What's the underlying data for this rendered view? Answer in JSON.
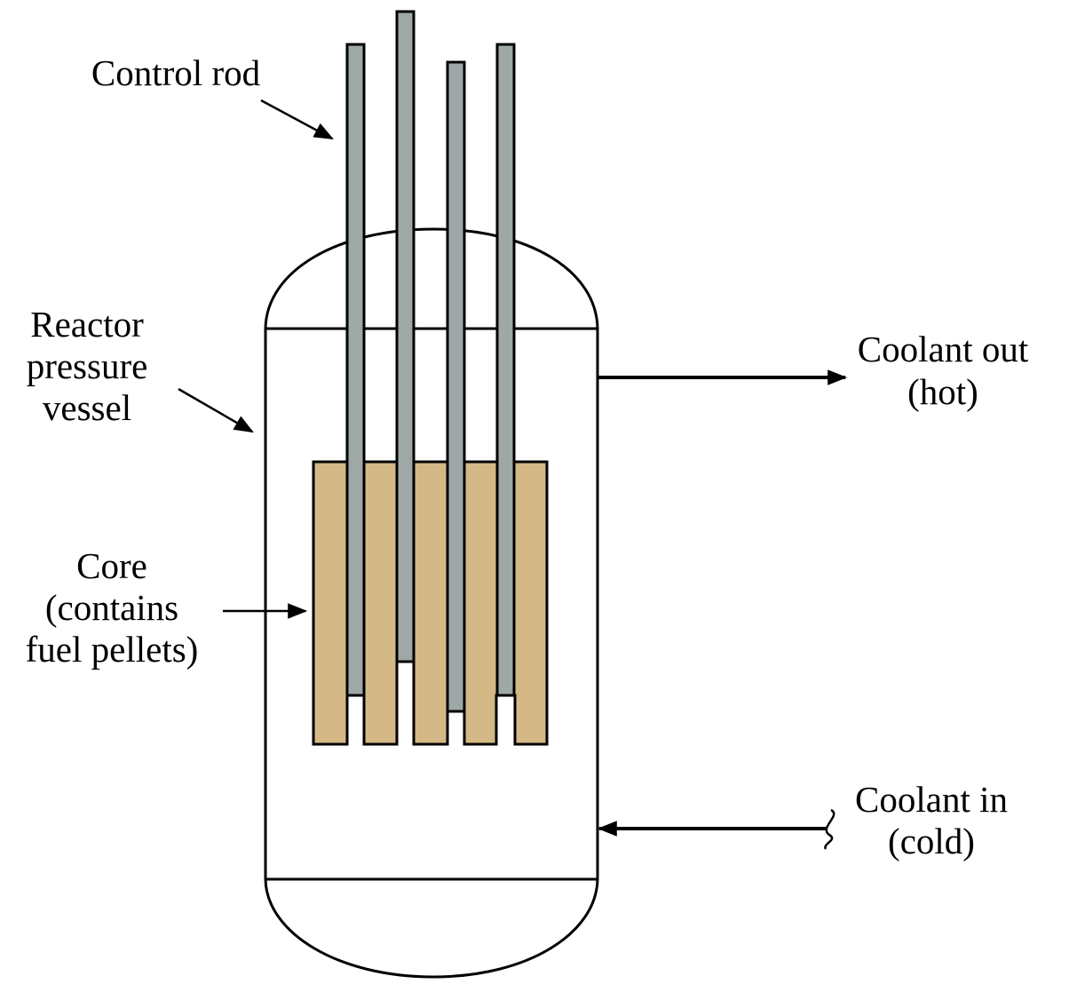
{
  "labels": {
    "control_rod": "Control rod",
    "vessel": [
      "Reactor",
      "pressure",
      "vessel"
    ],
    "core": [
      "Core",
      "(contains",
      "fuel pellets)"
    ],
    "coolant_out": [
      "Coolant out",
      "(hot)"
    ],
    "coolant_in": [
      "Coolant in",
      "(cold)"
    ]
  },
  "colors": {
    "control_rod": "#9ea8a7",
    "fuel": "#d4b987",
    "outline": "#000000",
    "background": "#ffffff"
  }
}
